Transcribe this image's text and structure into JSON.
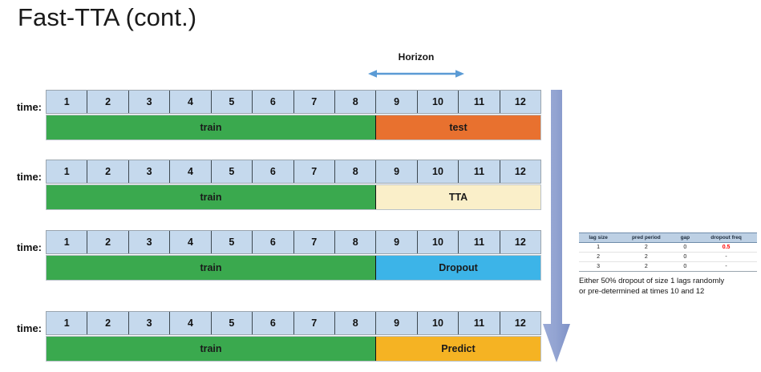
{
  "slide": {
    "title": "Fast-TTA (cont.)"
  },
  "horizon": {
    "label": "Horizon",
    "arrow_color": "#5b9bd5"
  },
  "timeline": {
    "row_label": "time:",
    "ticks": [
      "1",
      "2",
      "3",
      "4",
      "5",
      "6",
      "7",
      "8",
      "9",
      "10",
      "11",
      "12"
    ],
    "train_label": "train",
    "train_color": "#3aa94e",
    "rows": [
      {
        "right_label": "test",
        "right_color": "#e8712f",
        "right_text_color": "#1a1a1a"
      },
      {
        "right_label": "TTA",
        "right_color": "#faefc9",
        "right_text_color": "#1a1a1a"
      },
      {
        "right_label": "Dropout",
        "right_color": "#3cb4e8",
        "right_text_color": "#1a1a1a"
      },
      {
        "right_label": "Predict",
        "right_color": "#f5b323",
        "right_text_color": "#1a1a1a"
      }
    ]
  },
  "flow_arrow": {
    "color": "#8a9cce",
    "direction": "down"
  },
  "dropout_panel": {
    "columns": [
      "lag size",
      "pred period",
      "gap",
      "dropout freq"
    ],
    "rows": [
      [
        "1",
        "2",
        "0",
        "0.5"
      ],
      [
        "2",
        "2",
        "0",
        "-"
      ],
      [
        "3",
        "2",
        "0",
        "-"
      ]
    ],
    "highlight_color": "#ff0000",
    "caption_line1": "Either 50% dropout of size 1 lags randomly",
    "caption_line2": "or pre-determined at times 10 and 12"
  }
}
